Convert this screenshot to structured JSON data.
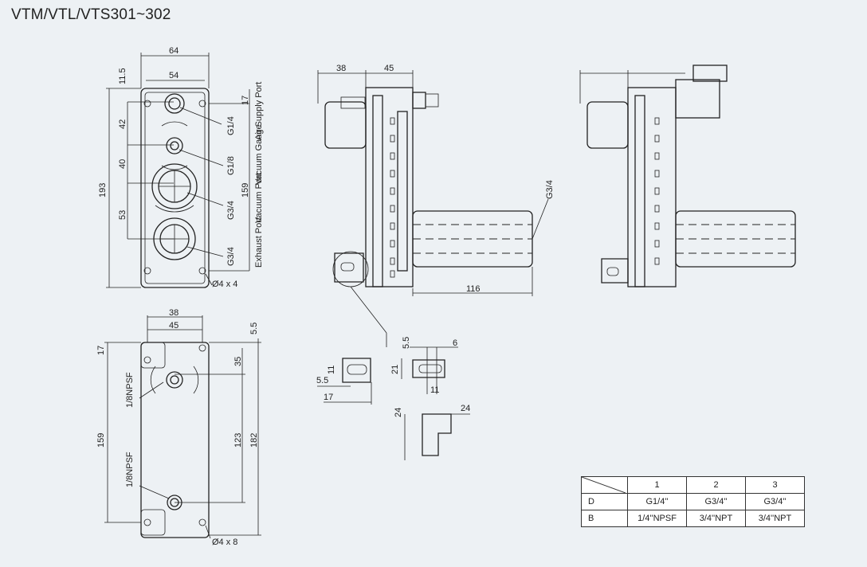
{
  "title": "VTM/VTL/VTS301~302",
  "front_view": {
    "dims": {
      "width_outer": "64",
      "width_inner": "54",
      "top_offset": "11.5",
      "right_top": "17",
      "height_total": "193",
      "height_inner": "159",
      "seg1": "42",
      "seg2": "40",
      "seg3": "53"
    },
    "ports": [
      {
        "thread": "G1/4",
        "label": "Air Supply Port"
      },
      {
        "thread": "G1/8",
        "label": "Vacuum Gauge"
      },
      {
        "thread": "G3/4",
        "label": "Vacuum Port"
      },
      {
        "thread": "G3/4",
        "label": "Exhaust Port"
      }
    ],
    "holes": "Ø4 x 4"
  },
  "back_view": {
    "dims": {
      "width_outer": "38",
      "width_inner": "45",
      "right_top": "5.5",
      "left_top": "17",
      "d35": "35",
      "height_left": "159",
      "d123": "123",
      "d182": "182"
    },
    "ports": [
      "1/8NPSF",
      "1/8NPSF"
    ],
    "holes": "Ø4 x 8"
  },
  "side_view": {
    "dims": {
      "d38": "38",
      "d45": "45",
      "d116": "116"
    },
    "port": "G3/4"
  },
  "bracket_detail": {
    "dims": {
      "d11a": "11",
      "d5_5a": "5.5",
      "d17": "17",
      "d5_5b": "5.5",
      "d6": "6",
      "d21": "21",
      "d11b": "11",
      "d24a": "24",
      "d24b": "24"
    }
  },
  "table": {
    "headers": [
      "",
      "1",
      "2",
      "3"
    ],
    "rows": [
      {
        "label": "D",
        "cells": [
          "G1/4''",
          "G3/4''",
          "G3/4''"
        ]
      },
      {
        "label": "B",
        "cells": [
          "1/4''NPSF",
          "3/4''NPT",
          "3/4''NPT"
        ]
      }
    ]
  }
}
